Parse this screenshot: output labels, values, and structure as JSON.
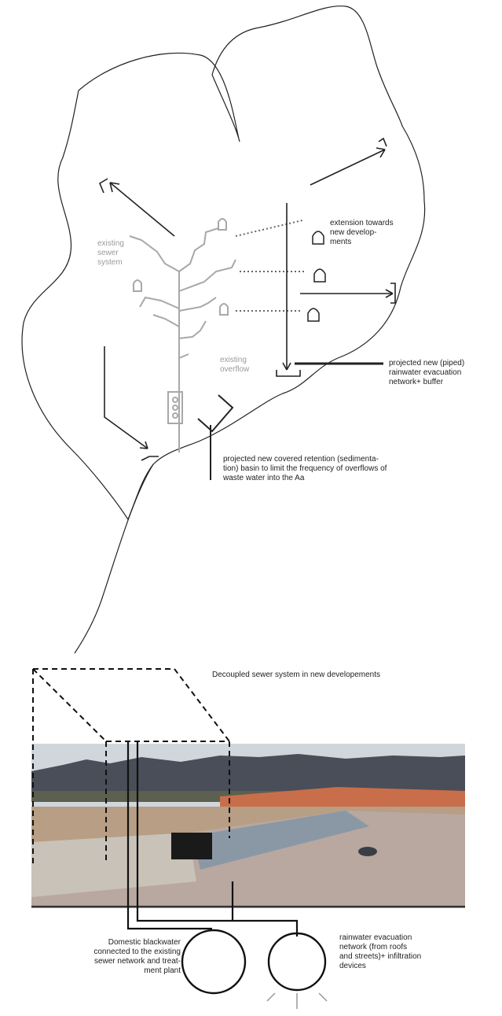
{
  "upper_map": {
    "label_existing_sewer": "existing\nsewer\nsystem",
    "label_existing_overflow": "existing\noverflow",
    "label_extension": "extension towards\nnew develop-\nments",
    "label_rainwater_network": "projected new (piped)\nrainwater evacuation\nnetwork+ buffer",
    "label_retention_basin": "projected new covered retention (sedimenta-\ntion) basin to limit the frequency of overflows of\nwaste water into the Aa"
  },
  "lower_section": {
    "title": "Decoupled sewer system in new developements",
    "label_blackwater": "Domestic blackwater\nconnected to the existing\nsewer network and treat-\nment plant",
    "label_rainwater": "rainwater evacuation\nnetwork (from roofs\nand streets)+ infiltration\ndevices"
  },
  "colors": {
    "line": "#222222",
    "existing_system": "#a8a8a8",
    "photo_sky": "#cfd6dc",
    "photo_roofs": "#4a4e58",
    "photo_field": "#b79e84",
    "photo_water": "#8a98a6",
    "photo_road": "#b8a8a0"
  }
}
